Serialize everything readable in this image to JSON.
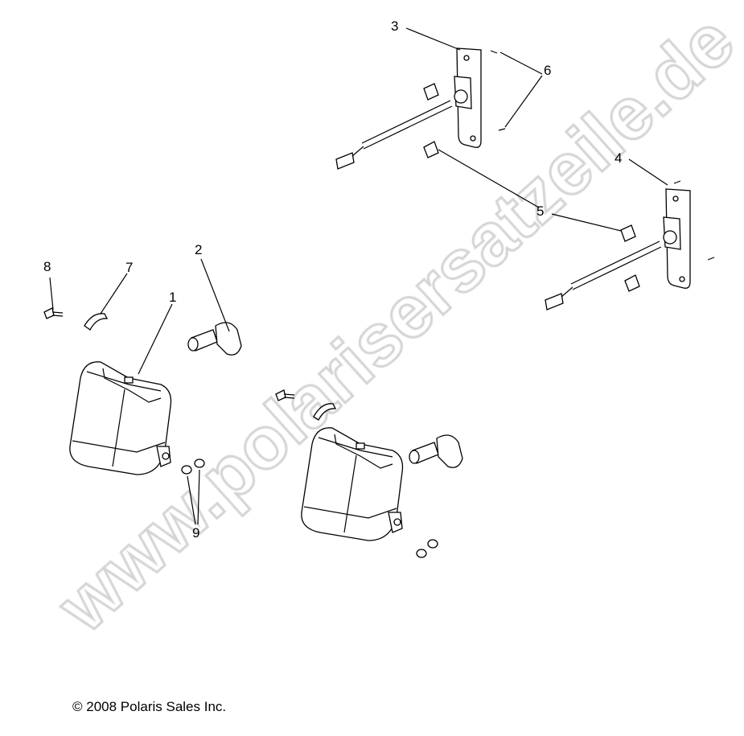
{
  "diagram": {
    "callouts": [
      "1",
      "2",
      "3",
      "4",
      "5",
      "6",
      "7",
      "8",
      "9"
    ],
    "watermark": "www.polarisersatzeile.de",
    "copyright": "© 2008 Polaris Sales Inc."
  }
}
